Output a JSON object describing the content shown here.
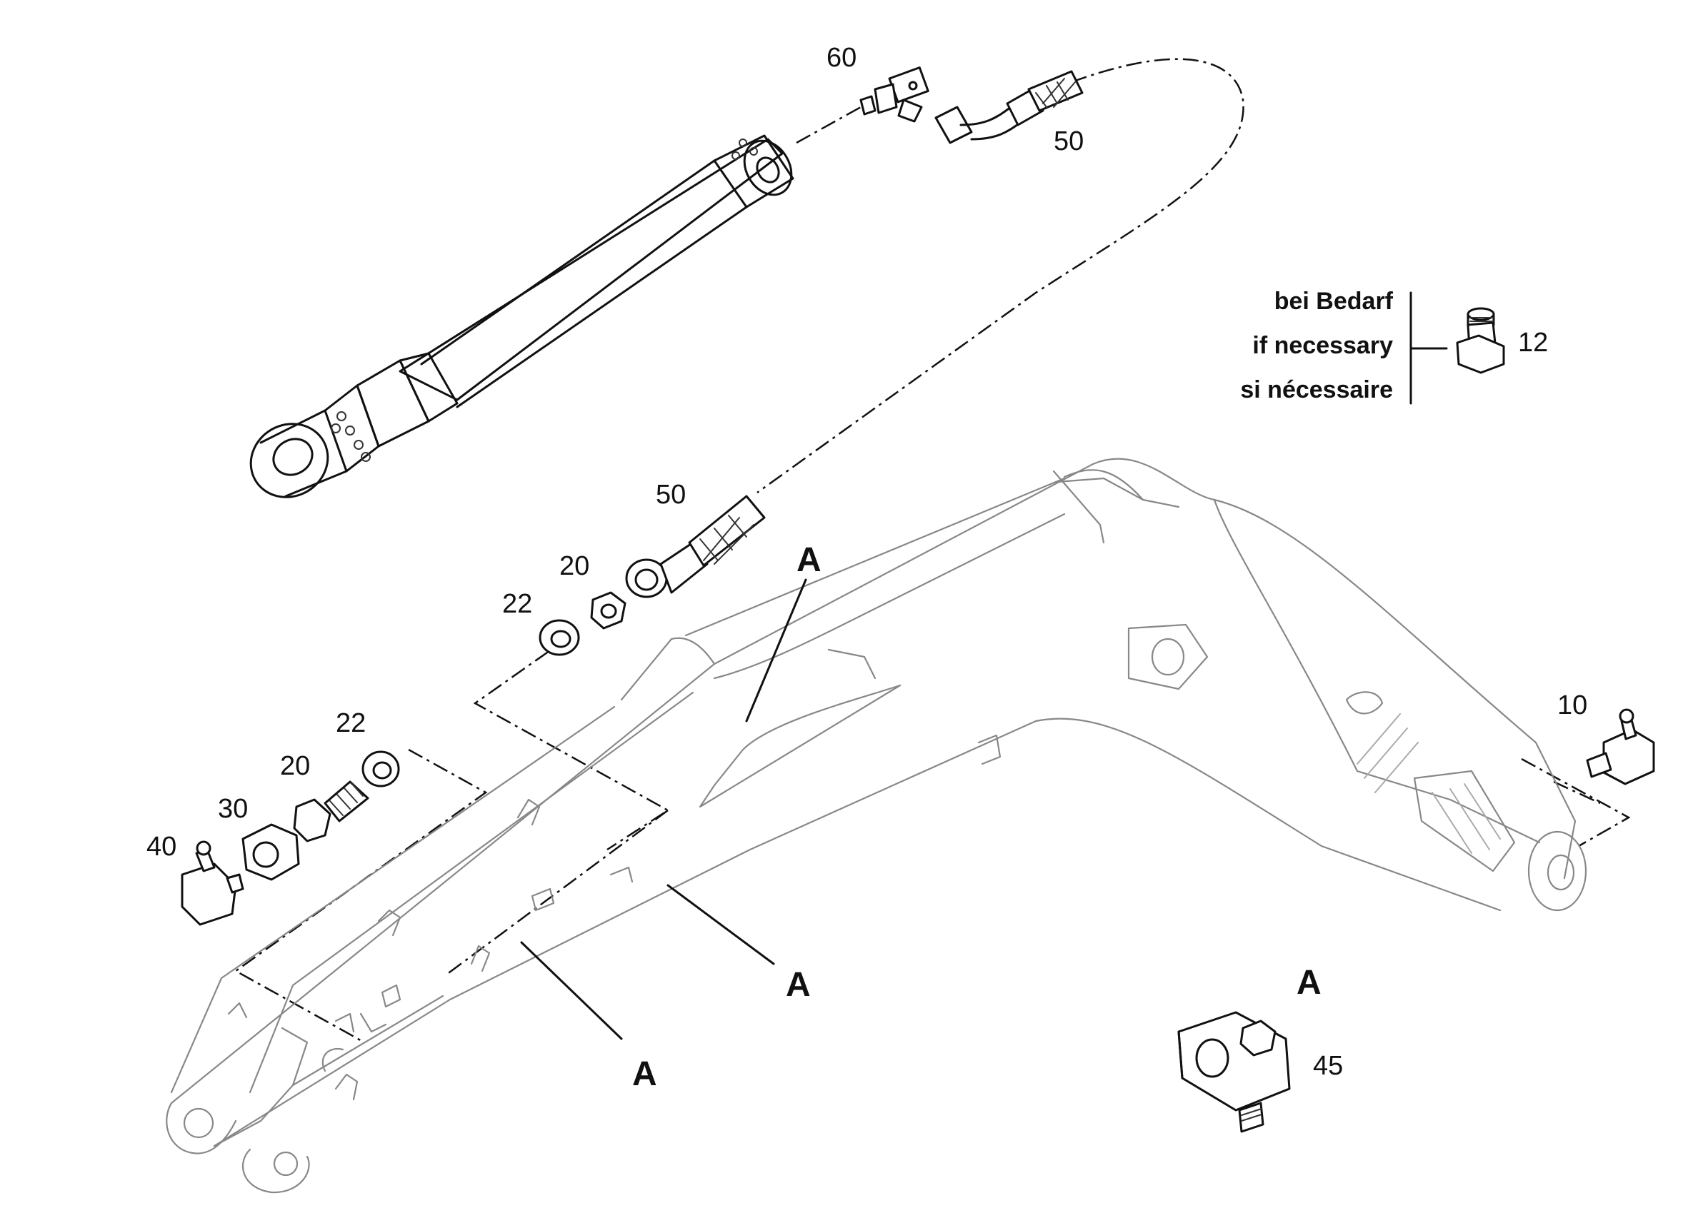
{
  "notes": {
    "line1": "bei Bedarf",
    "line2": "if necessary",
    "line3": "si nécessaire"
  },
  "labels": {
    "p60": "60",
    "p50_top": "50",
    "p50_mid": "50",
    "p12": "12",
    "p20_top": "20",
    "p22_top": "22",
    "p22_low": "22",
    "p20_low": "20",
    "p30": "30",
    "p40": "40",
    "p10": "10",
    "p45": "45"
  },
  "callouts": {
    "a_upper": "A",
    "a_mid": "A",
    "a_low": "A",
    "a_detail": "A"
  }
}
